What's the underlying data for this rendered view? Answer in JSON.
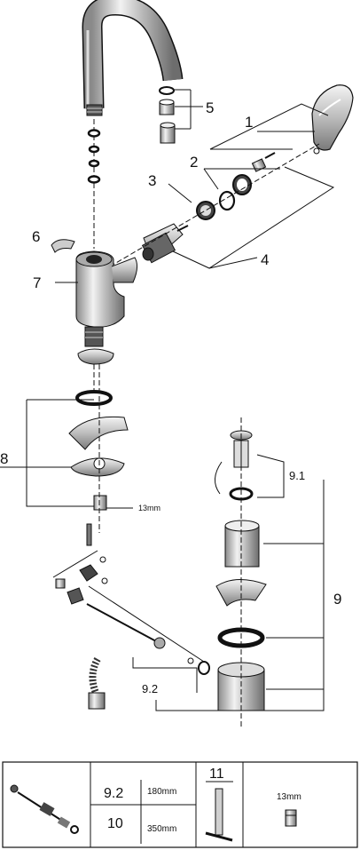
{
  "callouts": {
    "c1": "1",
    "c2": "2",
    "c3": "3",
    "c4": "4",
    "c5": "5",
    "c6": "6",
    "c7": "7",
    "c8": "8",
    "c9": "9",
    "c9_1": "9.1",
    "c9_2": "9.2",
    "wrench_size": "13mm"
  },
  "table": {
    "row1_code": "9.2",
    "row1_length": "180mm",
    "row2_code": "10",
    "row2_length": "350mm",
    "tool_code": "11",
    "adapter_size": "13mm"
  },
  "colors": {
    "line": "#111111",
    "metal": "#d9d9d9",
    "metal_dark": "#7a7a7a"
  }
}
